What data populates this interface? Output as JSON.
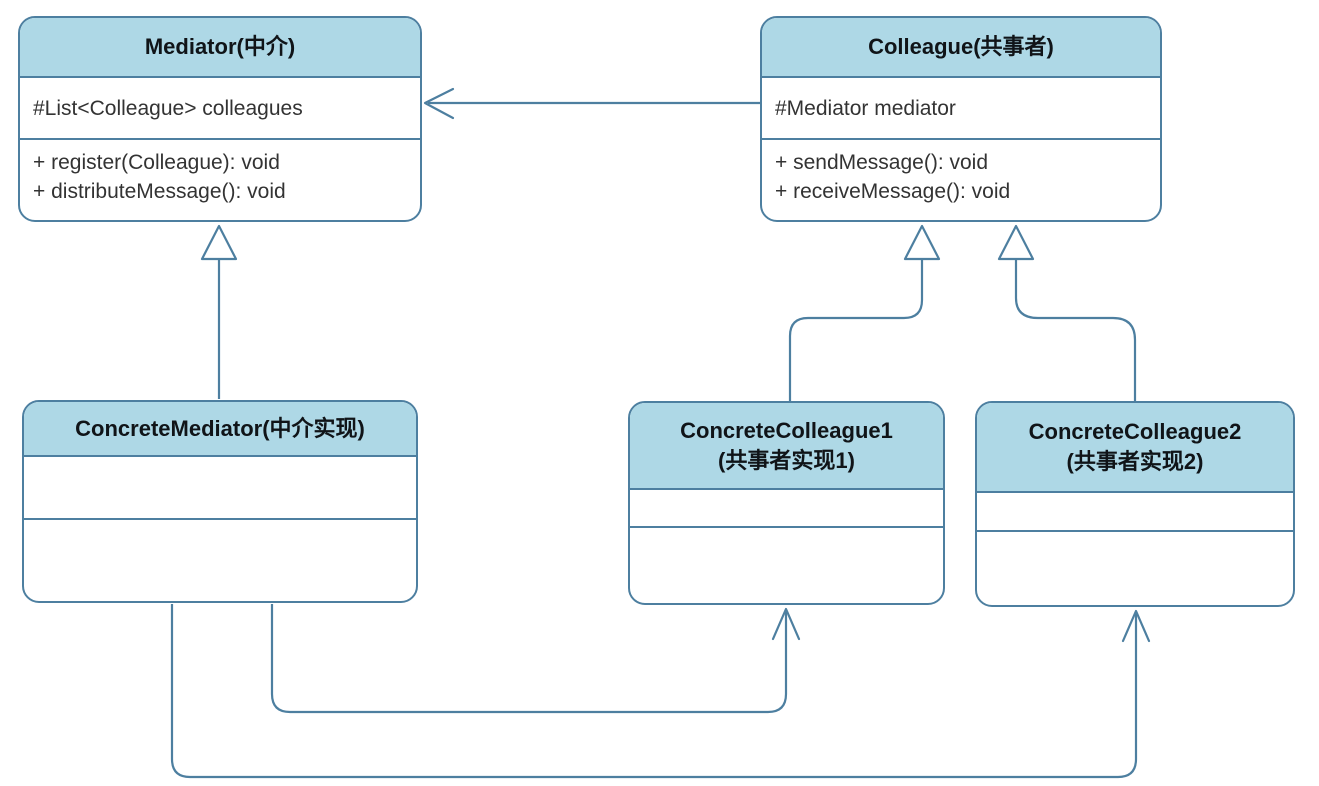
{
  "colors": {
    "header_fill": "#aed8e6",
    "border": "#4d7fa0",
    "title_text": "#101418",
    "member_text": "#333333",
    "background": "#ffffff"
  },
  "classes": {
    "mediator": {
      "title": "Mediator(中介)",
      "field_1": "#List<Colleague> colleagues",
      "method_1": "+ register(Colleague): void",
      "method_2": "+ distributeMessage(): void"
    },
    "colleague": {
      "title": "Colleague(共事者)",
      "field_1": "#Mediator mediator",
      "method_1": "+ sendMessage(): void",
      "method_2": "+ receiveMessage(): void"
    },
    "concrete_mediator": {
      "title": "ConcreteMediator(中介实现)"
    },
    "concrete_colleague_1": {
      "title_line_1": "ConcreteColleague1",
      "title_line_2": "(共事者实现1)"
    },
    "concrete_colleague_2": {
      "title_line_1": "ConcreteColleague2",
      "title_line_2": "(共事者实现2)"
    }
  },
  "relations": [
    {
      "from": "Colleague",
      "to": "Mediator",
      "type": "association",
      "arrowhead": "open-arrow"
    },
    {
      "from": "ConcreteMediator",
      "to": "Mediator",
      "type": "generalization",
      "arrowhead": "hollow-triangle"
    },
    {
      "from": "ConcreteColleague1",
      "to": "Colleague",
      "type": "generalization",
      "arrowhead": "hollow-triangle"
    },
    {
      "from": "ConcreteColleague2",
      "to": "Colleague",
      "type": "generalization",
      "arrowhead": "hollow-triangle"
    },
    {
      "from": "ConcreteMediator",
      "to": "ConcreteColleague1",
      "type": "association",
      "arrowhead": "open-arrow"
    },
    {
      "from": "ConcreteMediator",
      "to": "ConcreteColleague2",
      "type": "association",
      "arrowhead": "open-arrow"
    }
  ]
}
